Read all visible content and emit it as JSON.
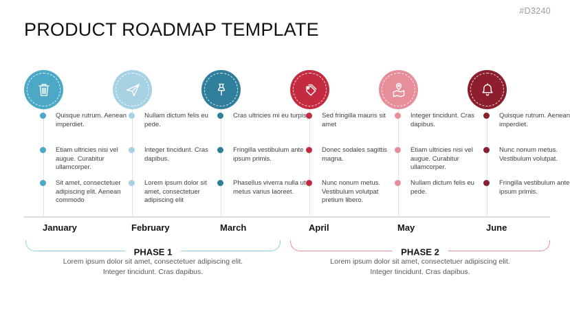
{
  "slide": {
    "id_tag": "#D3240",
    "title": "PRODUCT ROADMAP TEMPLATE"
  },
  "colors": {
    "january": "#4BA9C7",
    "february": "#A6D2E3",
    "march": "#2F7E9B",
    "april": "#C52B40",
    "may": "#E78E9B",
    "june": "#8C1E2E",
    "phase1_bracket": "#8FCBE0",
    "phase2_bracket": "#EA8C96",
    "axis_line": "#DCDCDC"
  },
  "columns": [
    {
      "month": "January",
      "icon": "trash-icon",
      "color": "#4BA9C7",
      "items": [
        "Quisque rutrum. Aenean imperdiet.",
        "Etiam ultricies nisi vel augue. Curabitur ullamcorper.",
        "Sit amet, consectetuer adipiscing elit. Aenean commodo"
      ]
    },
    {
      "month": "February",
      "icon": "paper-plane-icon",
      "color": "#A6D2E3",
      "items": [
        "Nullam dictum felis eu pede.",
        "Integer tincidunt. Cras dapibus.",
        "Lorem ipsum dolor sit amet, consectetuer adipiscing elit"
      ]
    },
    {
      "month": "March",
      "icon": "push-pin-icon",
      "color": "#2F7E9B",
      "items": [
        "Cras ultricies mi eu turpis.",
        "Fringilla vestibulum ante ipsum primis.",
        "Phasellus viverra nulla ut metus varius laoreet."
      ]
    },
    {
      "month": "April",
      "icon": "price-tags-icon",
      "color": "#C52B40",
      "items": [
        "Sed fringilla mauris sit amet",
        "Donec sodales sagittis magna.",
        "Nunc nonum metus. Vestibulum volutpat pretium libero."
      ]
    },
    {
      "month": "May",
      "icon": "map-pin-icon",
      "color": "#E78E9B",
      "items": [
        "Integer tincidunt. Cras dapibus.",
        "Etiam ultricies nisi vel augue. Curabitur ullamcorper.",
        "Nullam dictum felis eu pede."
      ]
    },
    {
      "month": "June",
      "icon": "bell-icon",
      "color": "#8C1E2E",
      "items": [
        "Quisque rutrum. Aenean imperdiet.",
        "Nunc nonum metus. Vestibulum volutpat.",
        "Fringilla vestibulum ante ipsum primis."
      ]
    }
  ],
  "phases": [
    {
      "label": "PHASE 1",
      "color": "#8FCBE0",
      "description_line1": "Lorem ipsum dolor sit amet, consectetuer adipiscing elit.",
      "description_line2": "Integer tincidunt. Cras dapibus."
    },
    {
      "label": "PHASE 2",
      "color": "#EA8C96",
      "description_line1": "Lorem ipsum dolor sit amet, consectetuer adipiscing elit.",
      "description_line2": "Integer tincidunt. Cras dapibus."
    }
  ]
}
